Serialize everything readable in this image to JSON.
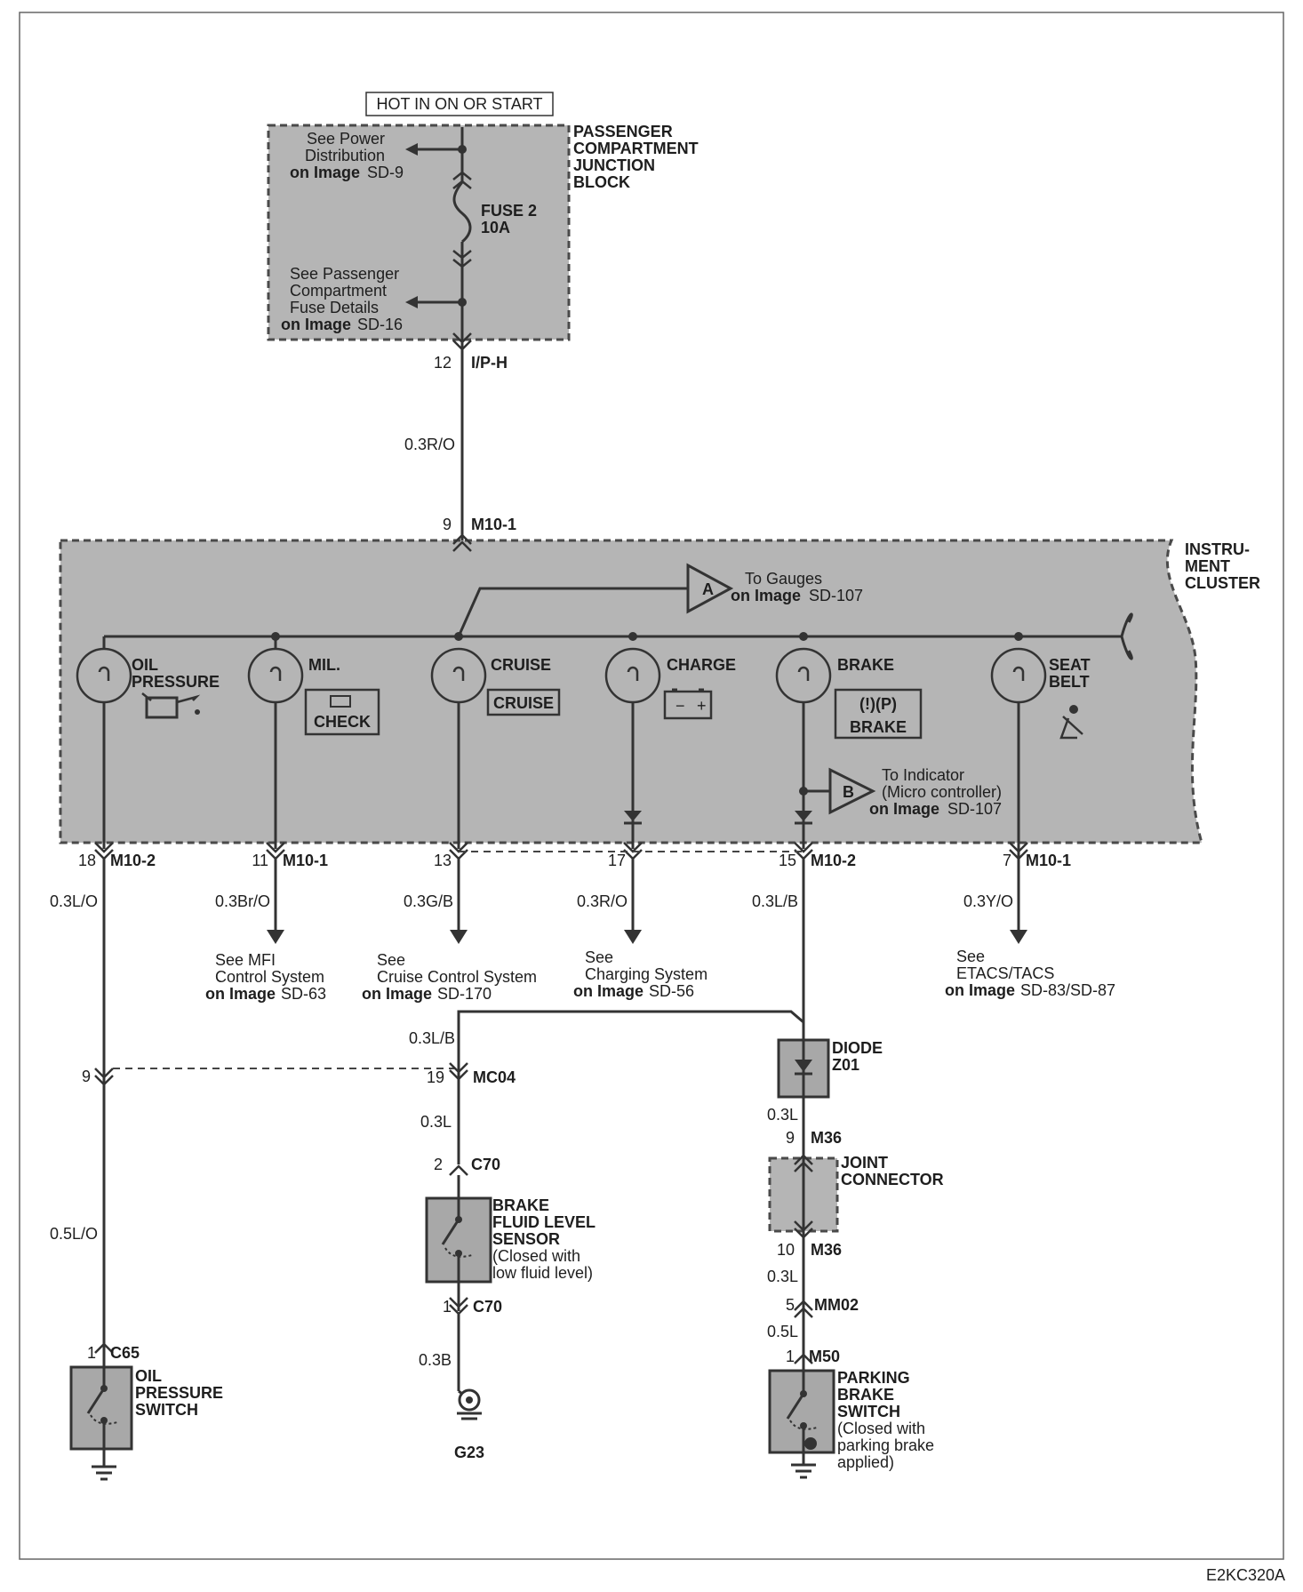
{
  "power": {
    "hot_label": "HOT IN ON OR START",
    "junction_block": [
      "PASSENGER",
      "COMPARTMENT",
      "JUNCTION",
      "BLOCK"
    ],
    "see_power": [
      "See Power",
      "Distribution"
    ],
    "see_power_ref": [
      "on Image",
      "SD-9"
    ],
    "fuse": [
      "FUSE 2",
      "10A"
    ],
    "see_fuse": [
      "See Passenger",
      "Compartment",
      "Fuse Details"
    ],
    "see_fuse_ref": [
      "on Image",
      "SD-16"
    ]
  },
  "connectors": {
    "iph_pin": "12",
    "iph": "I/P-H",
    "m101_top_pin": "9",
    "m101_top": "M10-1",
    "m102_left_pin": "18",
    "m102_left": "M10-2",
    "m101_mil_pin": "11",
    "m101_mil": "M10-1",
    "cruise_pin": "13",
    "charge_pin": "17",
    "m102_brake_pin": "15",
    "m102_brake": "M10-2",
    "m101_seat_pin": "7",
    "m101_seat": "M10-1",
    "mc04_left_pin": "9",
    "mc04_pin": "19",
    "mc04": "MC04",
    "c70_top_pin": "2",
    "c70_top": "C70",
    "c70_bot_pin": "1",
    "c70_bot": "C70",
    "c65_pin": "1",
    "c65": "C65",
    "m36_top_pin": "9",
    "m36_top": "M36",
    "m36_bot_pin": "10",
    "m36_bot": "M36",
    "mm02_pin": "5",
    "mm02": "MM02",
    "m50_pin": "1",
    "m50": "M50"
  },
  "wires": {
    "main": "0.3R/O",
    "oil": "0.3L/O",
    "mil": "0.3Br/O",
    "cruise": "0.3G/B",
    "charge": "0.3R/O",
    "brake": "0.3L/B",
    "seat": "0.3Y/O",
    "brake_branch": "0.3L/B",
    "fluid": "0.3L",
    "ground": "0.3B",
    "oil_lower": "0.5L/O",
    "diode_out": "0.3L",
    "joint_out": "0.3L",
    "park": "0.5L"
  },
  "cluster": {
    "title": [
      "INSTRU-",
      "MENT",
      "CLUSTER"
    ],
    "to_gauges": "To Gauges",
    "to_gauges_ref": [
      "on Image",
      "SD-107"
    ],
    "to_indicator": [
      "To Indicator",
      "(Micro controller)"
    ],
    "to_indicator_ref": [
      "on Image",
      "SD-107"
    ],
    "flag_a": "A",
    "flag_b": "B",
    "lamps": {
      "oil": [
        "OIL",
        "PRESSURE"
      ],
      "mil": "MIL.",
      "mil_box": "CHECK",
      "cruise": "CRUISE",
      "cruise_box": "CRUISE",
      "charge": "CHARGE",
      "brake": "BRAKE",
      "brake_box": "BRAKE",
      "brake_sym": "(!)(P)",
      "seat": [
        "SEAT",
        "BELT"
      ]
    }
  },
  "refs": {
    "mfi": [
      "See MFI",
      "Control System"
    ],
    "mfi_ref": [
      "on Image",
      "SD-63"
    ],
    "cruise": [
      "See",
      "Cruise Control System"
    ],
    "cruise_ref": [
      "on Image",
      "SD-170"
    ],
    "charging": [
      "See",
      "Charging  System"
    ],
    "charging_ref": [
      "on Image",
      "SD-56"
    ],
    "etacs": [
      "See",
      "ETACS/TACS"
    ],
    "etacs_ref": [
      "on Image",
      "SD-83/SD-87"
    ]
  },
  "components": {
    "diode": [
      "DIODE",
      "Z01"
    ],
    "joint": [
      "JOINT",
      "CONNECTOR"
    ],
    "fluid_sensor": [
      "BRAKE",
      "FLUID LEVEL",
      "SENSOR"
    ],
    "fluid_note": [
      "(Closed with",
      "low fluid level)"
    ],
    "ground_g23": "G23",
    "oil_switch": [
      "OIL",
      "PRESSURE",
      "SWITCH"
    ],
    "park_switch": [
      "PARKING",
      "BRAKE",
      "SWITCH"
    ],
    "park_note": [
      "(Closed with",
      "parking brake",
      "applied)"
    ]
  },
  "footer": {
    "code": "E2KC320A"
  }
}
